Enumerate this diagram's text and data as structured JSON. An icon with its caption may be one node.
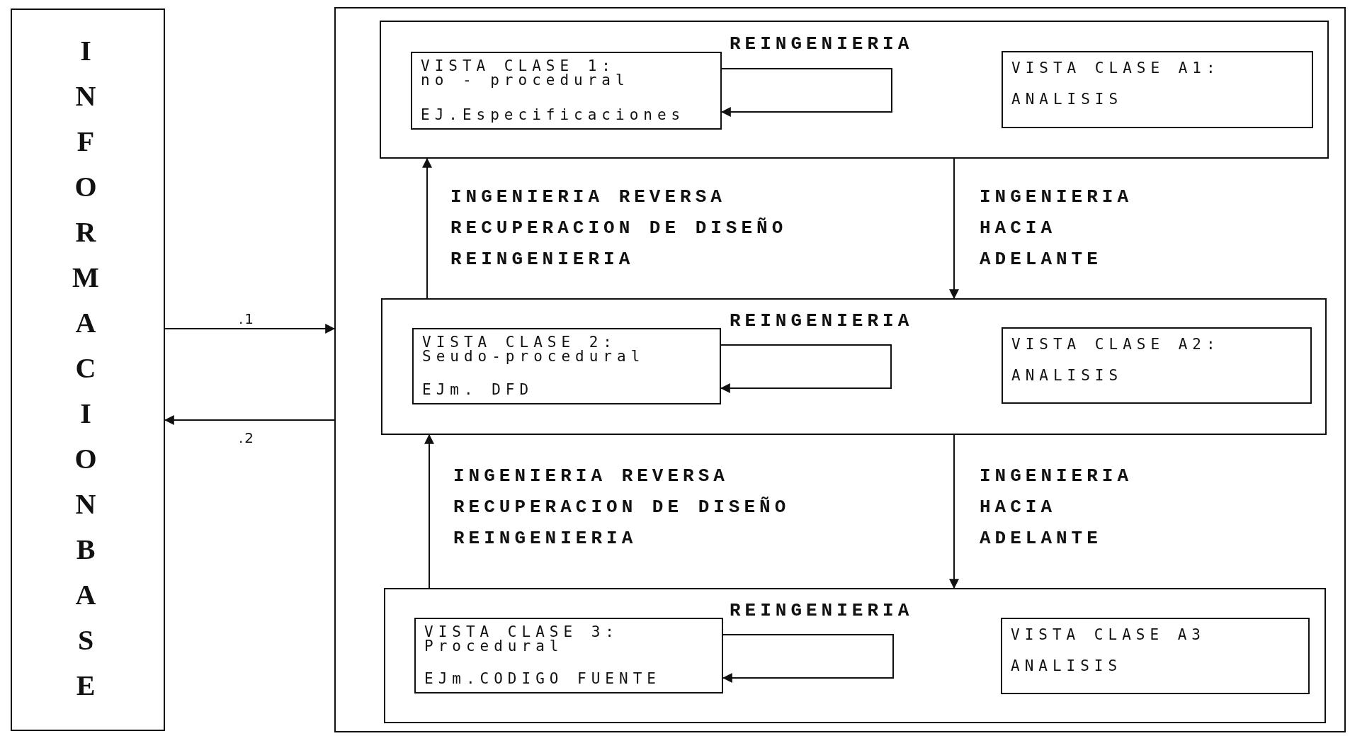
{
  "diagram": {
    "nodes": [
      {
        "text": [
          "INFORMACION BASE"
        ]
      },
      {
        "text": [],
        "shape": "box"
      },
      {
        "text": [],
        "shape": "box",
        "in": 1
      },
      {
        "text": [
          "VISTA CLASE 1:",
          "no - procedural",
          "EJ.Especificaciones"
        ],
        "in": 2
      },
      {
        "text": [
          "VISTA CLASE A1:",
          "ANALISIS"
        ],
        "in": 2
      },
      {
        "text": [],
        "shape": "box",
        "in": 1
      },
      {
        "text": [
          "VISTA CLASE 2:",
          "Seudo-procedural",
          "EJm. DFD"
        ],
        "in": 5
      },
      {
        "text": [
          "VISTA CLASE A2:",
          "ANALISIS"
        ],
        "in": 5
      },
      {
        "text": [],
        "shape": "box",
        "in": 1
      },
      {
        "text": [
          "VISTA CLASE 3:",
          "Procedural",
          "EJm.CODIGO FUENTE"
        ],
        "in": 8
      },
      {
        "text": [
          "VISTA CLASE A3",
          "ANALISIS"
        ],
        "in": 8
      }
    ],
    "edges": [
      {
        "from": 0,
        "to": 1,
        "arrow": "to",
        "label": ".1"
      },
      {
        "from": 1,
        "to": 0,
        "arrow": "to",
        "label": ".2"
      },
      {
        "from": 3,
        "to": 3,
        "arrow": "to",
        "label": "REINGENIERIA"
      },
      {
        "from": 5,
        "to": 2,
        "arrow": "to",
        "label": "INGENIERIA REVERSA RECUPERACION DE DISEÑO REINGENIERIA"
      },
      {
        "from": 2,
        "to": 5,
        "arrow": "to",
        "label": "INGENIERIA HACIA ADELANTE"
      },
      {
        "from": 6,
        "to": 6,
        "arrow": "to",
        "label": "REINGENIERIA"
      },
      {
        "from": 8,
        "to": 5,
        "arrow": "to",
        "label": "INGENIERIA REVERSA RECUPERACION DE DISEÑO REINGENIERIA"
      },
      {
        "from": 5,
        "to": 8,
        "arrow": "to",
        "label": "INGENIERIA HACIA ADELANTE"
      },
      {
        "from": 9,
        "to": 9,
        "arrow": "to",
        "label": "REINGENIERIA"
      }
    ]
  }
}
